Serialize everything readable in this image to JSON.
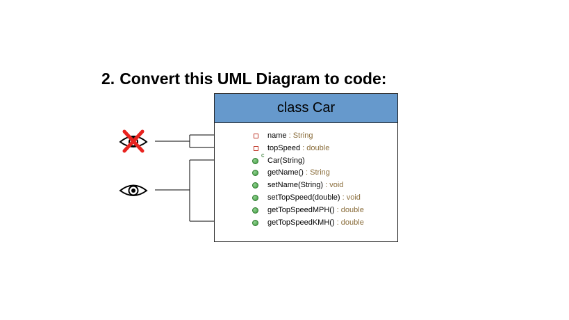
{
  "heading": {
    "number": "2.",
    "text": "Convert this UML Diagram to code:"
  },
  "uml": {
    "class_title": "class Car",
    "header_color": "#6699cc",
    "constructor_marker": "c",
    "members": [
      {
        "name": "name",
        "sep": " : ",
        "type": "String",
        "visibility": "private"
      },
      {
        "name": "topSpeed",
        "sep": " : ",
        "type": "double",
        "visibility": "private"
      },
      {
        "name": "Car(String)",
        "sep": "",
        "type": "",
        "visibility": "public",
        "constructor": true
      },
      {
        "name": "getName()",
        "sep": " : ",
        "type": "String",
        "visibility": "public"
      },
      {
        "name": "setName(String)",
        "sep": " : ",
        "type": "void",
        "visibility": "public"
      },
      {
        "name": "setTopSpeed(double)",
        "sep": " : ",
        "type": "void",
        "visibility": "public"
      },
      {
        "name": "getTopSpeedMPH()",
        "sep": " : ",
        "type": "double",
        "visibility": "public"
      },
      {
        "name": "getTopSpeedKMH()",
        "sep": " : ",
        "type": "double",
        "visibility": "public"
      }
    ]
  },
  "icons": {
    "private_indicator": "eye-crossed-out-icon",
    "public_indicator": "eye-icon",
    "cross_color": "#e8231f"
  }
}
